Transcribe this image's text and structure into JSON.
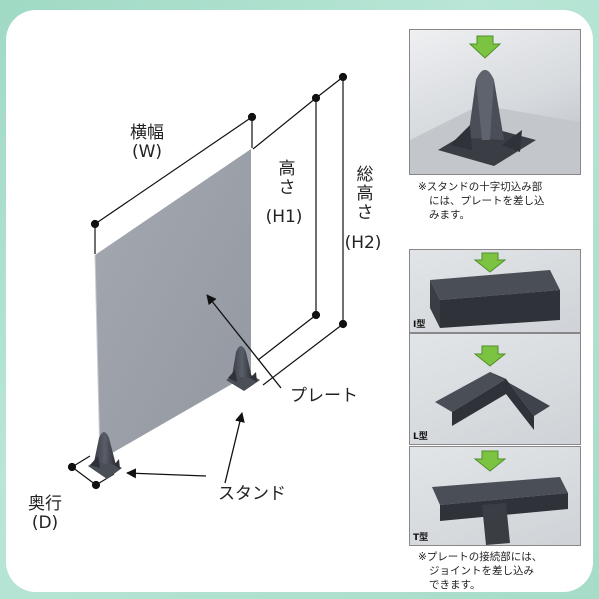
{
  "labels": {
    "width": "横幅",
    "width_code": "(W)",
    "height1": "高さ",
    "height1_code": "(H1)",
    "height2": "総高さ",
    "height2_code": "(H2)",
    "plate": "プレート",
    "stand": "スタンド",
    "depth": "奥行",
    "depth_code": "(D)"
  },
  "notes": {
    "stand_note_lines": [
      "※スタンドの十字切込み部",
      "には、プレートを差し込",
      "みます。"
    ],
    "joint_note_lines": [
      "※プレートの接続部には、",
      "ジョイントを差し込み",
      "できます。"
    ]
  },
  "joints": {
    "i_type": "I型",
    "l_type": "L型",
    "t_type": "T型"
  },
  "colors": {
    "background": "#a6dcc8",
    "card": "#ffffff",
    "plate": "#9a9fa8",
    "arrow": "#7cc341",
    "dimension_line": "#111111"
  }
}
